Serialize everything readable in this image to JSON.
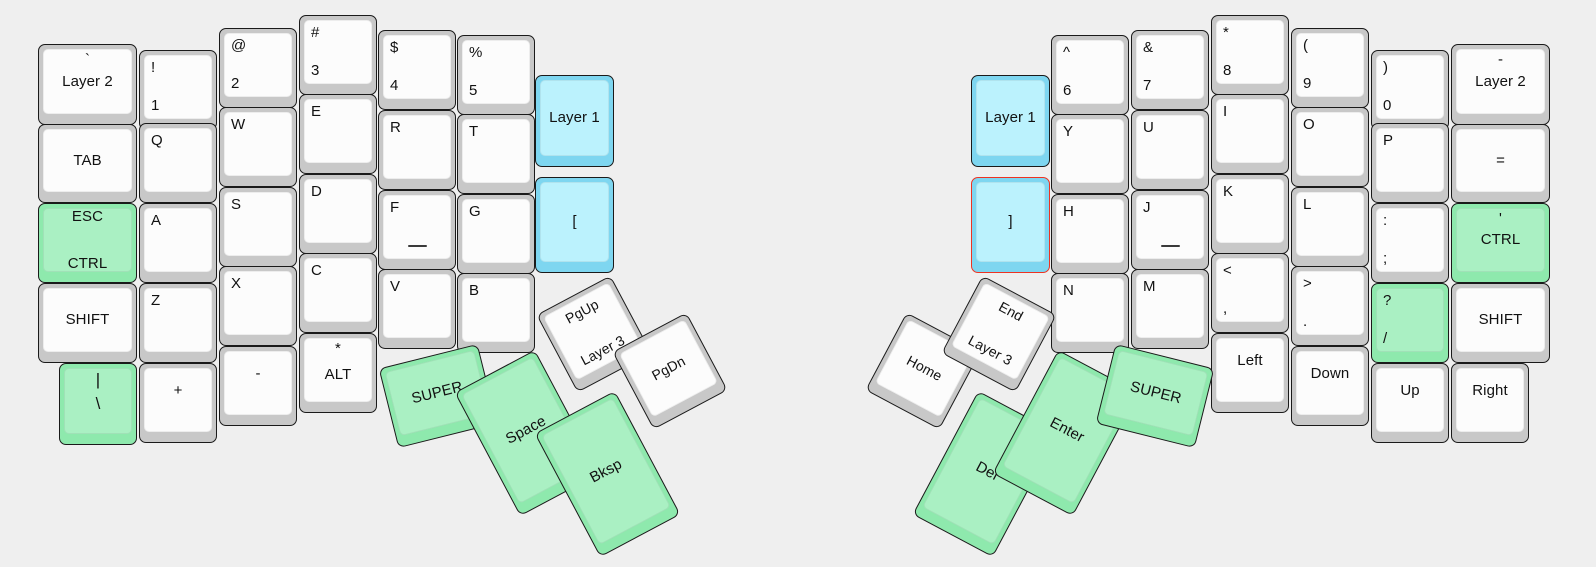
{
  "meta": {
    "title": "Split Ergonomic Keyboard Layout - Layer 0",
    "background_color": "#efefef",
    "key_body_color": "#c8c8c8",
    "key_cap_color": "#fcfcfc",
    "green_color": "#8ee9ad",
    "green_cap_color": "#aaf0c3",
    "cyan_color": "#7ed6f0",
    "cyan_cap_color": "#bbf2fd",
    "selected_outline_color": "#ee3322",
    "legend_color": "#111111"
  },
  "left_half": {
    "name": "left-half",
    "columns": [
      {
        "name": "pinky-outer-column",
        "keys": [
          {
            "name": "key-grave-layer2",
            "top": "`",
            "center": "Layer 2",
            "color": "white"
          },
          {
            "name": "key-tab",
            "center": "TAB",
            "color": "white"
          },
          {
            "name": "key-esc-ctrl",
            "center_lines": [
              "ESC",
              "CTRL"
            ],
            "color": "green"
          },
          {
            "name": "key-shift-left",
            "center": "SHIFT",
            "color": "white"
          },
          {
            "name": "key-pipe-backslash",
            "top_center": "|",
            "center_low": "\\",
            "color": "green"
          }
        ]
      },
      {
        "name": "pinky-column",
        "keys": [
          {
            "name": "key-1-exclaim",
            "top_left": "!",
            "bottom_left": "1",
            "color": "white"
          },
          {
            "name": "key-q",
            "top_left": "Q",
            "color": "white"
          },
          {
            "name": "key-a",
            "top_left": "A",
            "color": "white"
          },
          {
            "name": "key-z",
            "top_left": "Z",
            "color": "white"
          },
          {
            "name": "key-plus",
            "center": "+",
            "color": "white"
          }
        ]
      },
      {
        "name": "ring-column",
        "keys": [
          {
            "name": "key-2-at",
            "top_left": "@",
            "bottom_left": "2",
            "color": "white"
          },
          {
            "name": "key-w",
            "top_left": "W",
            "color": "white"
          },
          {
            "name": "key-s",
            "top_left": "S",
            "color": "white"
          },
          {
            "name": "key-x",
            "top_left": "X",
            "color": "white"
          },
          {
            "name": "key-minus",
            "center": "-",
            "color": "white"
          }
        ]
      },
      {
        "name": "middle-column",
        "keys": [
          {
            "name": "key-3-hash",
            "top_left": "#",
            "bottom_left": "3",
            "color": "white"
          },
          {
            "name": "key-e",
            "top_left": "E",
            "color": "white"
          },
          {
            "name": "key-d",
            "top_left": "D",
            "color": "white"
          },
          {
            "name": "key-c",
            "top_left": "C",
            "color": "white"
          },
          {
            "name": "key-asterisk-alt",
            "top_center": "*",
            "center": "ALT",
            "color": "white"
          }
        ]
      },
      {
        "name": "index-column",
        "keys": [
          {
            "name": "key-4-dollar",
            "top_left": "$",
            "bottom_left": "4",
            "color": "white"
          },
          {
            "name": "key-r",
            "top_left": "R",
            "color": "white"
          },
          {
            "name": "key-f",
            "top_left": "F",
            "homing": true,
            "color": "white"
          },
          {
            "name": "key-v",
            "top_left": "V",
            "color": "white"
          }
        ]
      },
      {
        "name": "index-inner-column",
        "keys": [
          {
            "name": "key-5-percent",
            "top_left": "%",
            "bottom_left": "5",
            "color": "white"
          },
          {
            "name": "key-t",
            "top_left": "T",
            "color": "white"
          },
          {
            "name": "key-g",
            "top_left": "G",
            "color": "white"
          },
          {
            "name": "key-b",
            "top_left": "B",
            "color": "white"
          }
        ]
      },
      {
        "name": "inner-column",
        "keys": [
          {
            "name": "key-layer1-left",
            "center": "Layer 1",
            "color": "cyan"
          },
          {
            "name": "key-bracket-left",
            "center": "[",
            "color": "cyan"
          }
        ]
      }
    ],
    "thumb_cluster": {
      "name": "left-thumb-cluster",
      "keys": [
        {
          "name": "key-super-left",
          "center": "SUPER",
          "color": "green"
        },
        {
          "name": "key-pgup-layer3",
          "center_lines": [
            "PgUp",
            "Layer 3"
          ],
          "color": "white"
        },
        {
          "name": "key-pgdn",
          "center": "PgDn",
          "color": "white"
        },
        {
          "name": "key-space",
          "center": "Space",
          "color": "green"
        },
        {
          "name": "key-bksp",
          "center": "Bksp",
          "color": "green"
        }
      ]
    }
  },
  "right_half": {
    "name": "right-half",
    "columns": [
      {
        "name": "inner-column",
        "keys": [
          {
            "name": "key-layer1-right",
            "center": "Layer 1",
            "color": "cyan"
          },
          {
            "name": "key-bracket-right",
            "center": "]",
            "color": "cyan",
            "selected": true
          }
        ]
      },
      {
        "name": "index-inner-column",
        "keys": [
          {
            "name": "key-6-caret",
            "top_left": "^",
            "bottom_left": "6",
            "color": "white"
          },
          {
            "name": "key-y",
            "top_left": "Y",
            "color": "white"
          },
          {
            "name": "key-h",
            "top_left": "H",
            "color": "white"
          },
          {
            "name": "key-n",
            "top_left": "N",
            "color": "white"
          }
        ]
      },
      {
        "name": "index-column",
        "keys": [
          {
            "name": "key-7-ampersand",
            "top_left": "&",
            "bottom_left": "7",
            "color": "white"
          },
          {
            "name": "key-u",
            "top_left": "U",
            "color": "white"
          },
          {
            "name": "key-j",
            "top_left": "J",
            "homing": true,
            "color": "white"
          },
          {
            "name": "key-m",
            "top_left": "M",
            "color": "white"
          }
        ]
      },
      {
        "name": "middle-column",
        "keys": [
          {
            "name": "key-8-asterisk",
            "top_left": "*",
            "bottom_left": "8",
            "color": "white"
          },
          {
            "name": "key-i",
            "top_left": "I",
            "color": "white"
          },
          {
            "name": "key-k",
            "top_left": "K",
            "color": "white"
          },
          {
            "name": "key-comma-less",
            "top_left": "<",
            "bottom_left": ",",
            "color": "white"
          },
          {
            "name": "key-left-arrow",
            "center": "Left",
            "color": "white"
          }
        ]
      },
      {
        "name": "ring-column",
        "keys": [
          {
            "name": "key-9-paren-open",
            "top_left": "(",
            "bottom_left": "9",
            "color": "white"
          },
          {
            "name": "key-o",
            "top_left": "O",
            "color": "white"
          },
          {
            "name": "key-l",
            "top_left": "L",
            "color": "white"
          },
          {
            "name": "key-period-greater",
            "top_left": ">",
            "bottom_left": ".",
            "color": "white"
          },
          {
            "name": "key-down-arrow",
            "center": "Down",
            "color": "white"
          }
        ]
      },
      {
        "name": "pinky-column",
        "keys": [
          {
            "name": "key-0-paren-close",
            "top_left": ")",
            "bottom_left": "0",
            "color": "white"
          },
          {
            "name": "key-p",
            "top_left": "P",
            "color": "white"
          },
          {
            "name": "key-semicolon-colon",
            "top_left": ":",
            "bottom_left": ";",
            "color": "white"
          },
          {
            "name": "key-slash-question",
            "top_left": "?",
            "bottom_left": "/",
            "color": "green"
          },
          {
            "name": "key-up-arrow",
            "center": "Up",
            "color": "white"
          }
        ]
      },
      {
        "name": "pinky-outer-column",
        "keys": [
          {
            "name": "key-minus-layer2",
            "top_center": "-",
            "center": "Layer 2",
            "color": "white"
          },
          {
            "name": "key-equals",
            "center": "=",
            "color": "white"
          },
          {
            "name": "key-quote-ctrl",
            "top_center": "'",
            "center": "CTRL",
            "color": "green"
          },
          {
            "name": "key-shift-right",
            "center": "SHIFT",
            "color": "white"
          },
          {
            "name": "key-right-arrow",
            "center": "Right",
            "color": "white"
          }
        ]
      }
    ],
    "thumb_cluster": {
      "name": "right-thumb-cluster",
      "keys": [
        {
          "name": "key-home",
          "center": "Home",
          "color": "white"
        },
        {
          "name": "key-end-layer3",
          "center_lines": [
            "End",
            "Layer 3"
          ],
          "color": "white"
        },
        {
          "name": "key-del",
          "center": "Del",
          "color": "green"
        },
        {
          "name": "key-enter",
          "center": "Enter",
          "color": "green"
        },
        {
          "name": "key-super-right",
          "center": "SUPER",
          "color": "green"
        }
      ]
    }
  }
}
